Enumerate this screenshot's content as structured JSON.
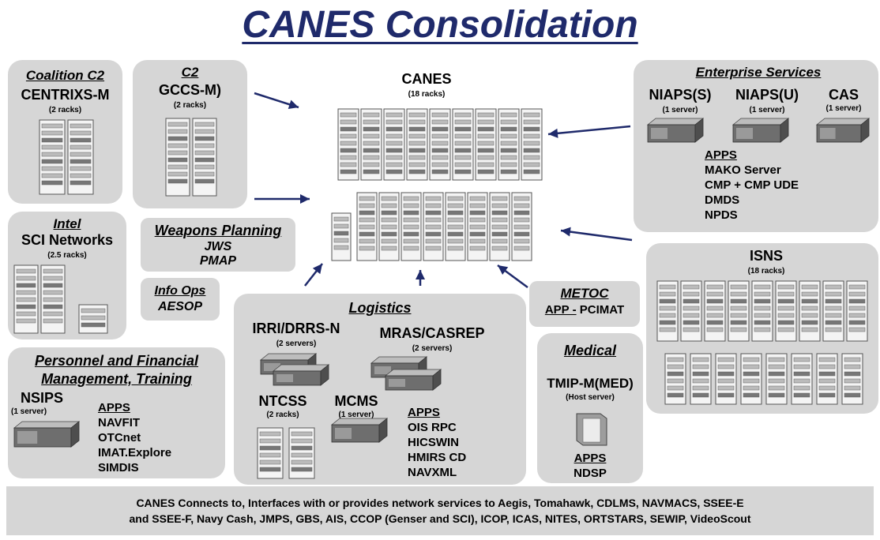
{
  "title": "CANES Consolidation",
  "canes": {
    "label": "CANES",
    "count": "(18 racks)"
  },
  "coalition": {
    "header": "Coalition C2",
    "system": "CENTRIXS-M",
    "count": "(2 racks)"
  },
  "c2": {
    "header": "C2",
    "system": "GCCS-M)",
    "count": "(2 racks)"
  },
  "intel": {
    "header": "Intel",
    "system": "SCI Networks",
    "count": "(2.5 racks)"
  },
  "weapons": {
    "header": "Weapons Planning",
    "items": [
      "JWS",
      "PMAP"
    ]
  },
  "infoops": {
    "header": "Info Ops",
    "items": [
      "AESOP"
    ]
  },
  "personnel": {
    "header_line1": "Personnel and Financial",
    "header_line2": "Management, Training",
    "system": "NSIPS",
    "count": "(1 server)",
    "apps_label": "APPS",
    "apps": [
      "NAVFIT",
      "OTCnet",
      "IMAT.Explore",
      "SIMDIS"
    ]
  },
  "logistics": {
    "header": "Logistics",
    "irri": {
      "label": "IRRI/DRRS-N",
      "count": "(2 servers)"
    },
    "mras": {
      "label": "MRAS/CASREP",
      "count": "(2 servers)"
    },
    "ntcss": {
      "label": "NTCSS",
      "count": "(2 racks)"
    },
    "mcms": {
      "label": "MCMS",
      "count": "(1 server)"
    },
    "apps_label": "APPS",
    "apps": [
      "OIS RPC",
      "HICSWIN",
      "HMIRS CD",
      "NAVXML"
    ]
  },
  "metoc": {
    "header": "METOC",
    "app_prefix": "APP -",
    "app": "PCIMAT"
  },
  "medical": {
    "header": "Medical",
    "system": "TMIP-M(MED)",
    "count": "(Host server)",
    "apps_label": "APPS",
    "apps": [
      "NDSP"
    ]
  },
  "enterprise": {
    "header": "Enterprise Services",
    "servers": [
      {
        "label": "NIAPS(S)",
        "count": "(1 server)"
      },
      {
        "label": "NIAPS(U)",
        "count": "(1 server)"
      },
      {
        "label": "CAS",
        "count": "(1 server)"
      }
    ],
    "apps_label": "APPS",
    "apps": [
      "MAKO Server",
      "CMP + CMP UDE",
      "DMDS",
      "NPDS"
    ]
  },
  "isns": {
    "label": "ISNS",
    "count": "(18 racks)"
  },
  "footer": {
    "line1": "CANES Connects to, Interfaces with or provides network services to Aegis, Tomahawk, CDLMS, NAVMACS, SSEE-E",
    "line2": "and SSEE-F, Navy Cash, JMPS, GBS, AIS, CCOP (Genser and SCI), ICOP, ICAS, NITES, ORTSTARS, SEWIP, VideoScout"
  },
  "colors": {
    "title": "#1f2a6b",
    "arrow": "#1f2a6b",
    "box": "#d6d6d6"
  }
}
